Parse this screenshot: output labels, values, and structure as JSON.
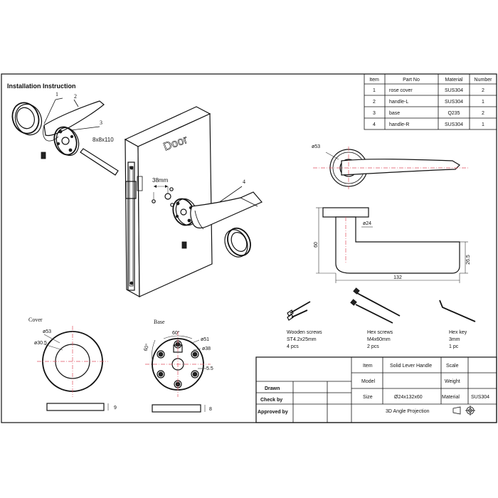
{
  "title": "Installation Instruction",
  "callouts": [
    "1",
    "2",
    "3",
    "4"
  ],
  "spindle_label": "8x8x110",
  "door_label": "Door",
  "backset_label": "38mm",
  "parts_table": {
    "headers": [
      "Item",
      "Part No",
      "Material",
      "Number"
    ],
    "rows": [
      [
        "1",
        "rose cover",
        "SUS304",
        "2"
      ],
      [
        "2",
        "handle-L",
        "SUS304",
        "1"
      ],
      [
        "3",
        "base",
        "Q235",
        "2"
      ],
      [
        "4",
        "handle-R",
        "SUS304",
        "1"
      ]
    ]
  },
  "handle_view": {
    "rose_dia": "ø53",
    "neck_dia": "ø24",
    "height": "60",
    "grip": "26.5",
    "length": "132"
  },
  "accessories": [
    {
      "name": "Wooden screws",
      "spec": "ST4.2x25mm",
      "qty": "4 pcs"
    },
    {
      "name": "Hex screws",
      "spec": "M4x60mm",
      "qty": "2 pcs"
    },
    {
      "name": "Hex key",
      "spec": "3mm",
      "qty": "1 pc"
    }
  ],
  "cover_view": {
    "label": "Cover",
    "outer": "ø53",
    "inner": "ø30.5",
    "thickness": "9"
  },
  "base_view": {
    "label": "Base",
    "angle_top": "60°",
    "angle_side": "60°",
    "outer": "ø51",
    "bolt_circle": "ø38",
    "hole": "5.5",
    "thickness": "8"
  },
  "title_block": {
    "item_label": "Item",
    "item_value": "Solid Lever Handle",
    "scale_label": "Scale",
    "model_label": "Model",
    "weight_label": "Weight",
    "size_label": "Size",
    "size_value": "Ø24x132x60",
    "material_label": "Material",
    "material_value": "SUS304",
    "drawn_label": "Drawn",
    "check_label": "Check by",
    "approved_label": "Approved by",
    "projection_label": "3D Angle Projection"
  }
}
